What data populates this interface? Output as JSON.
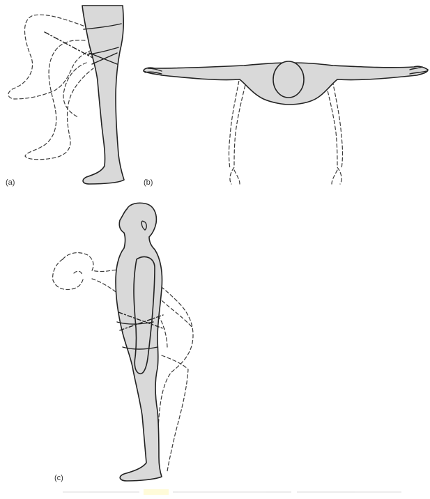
{
  "panels": [
    {
      "id": "a",
      "label": "(a)"
    },
    {
      "id": "b",
      "label": "(b)"
    },
    {
      "id": "c",
      "label": "(c)"
    }
  ],
  "colors": {
    "body_fill": "#d9d9d9",
    "outline": "#222222",
    "dashed": "#3a3a3a",
    "highlight": "#fff36a"
  }
}
